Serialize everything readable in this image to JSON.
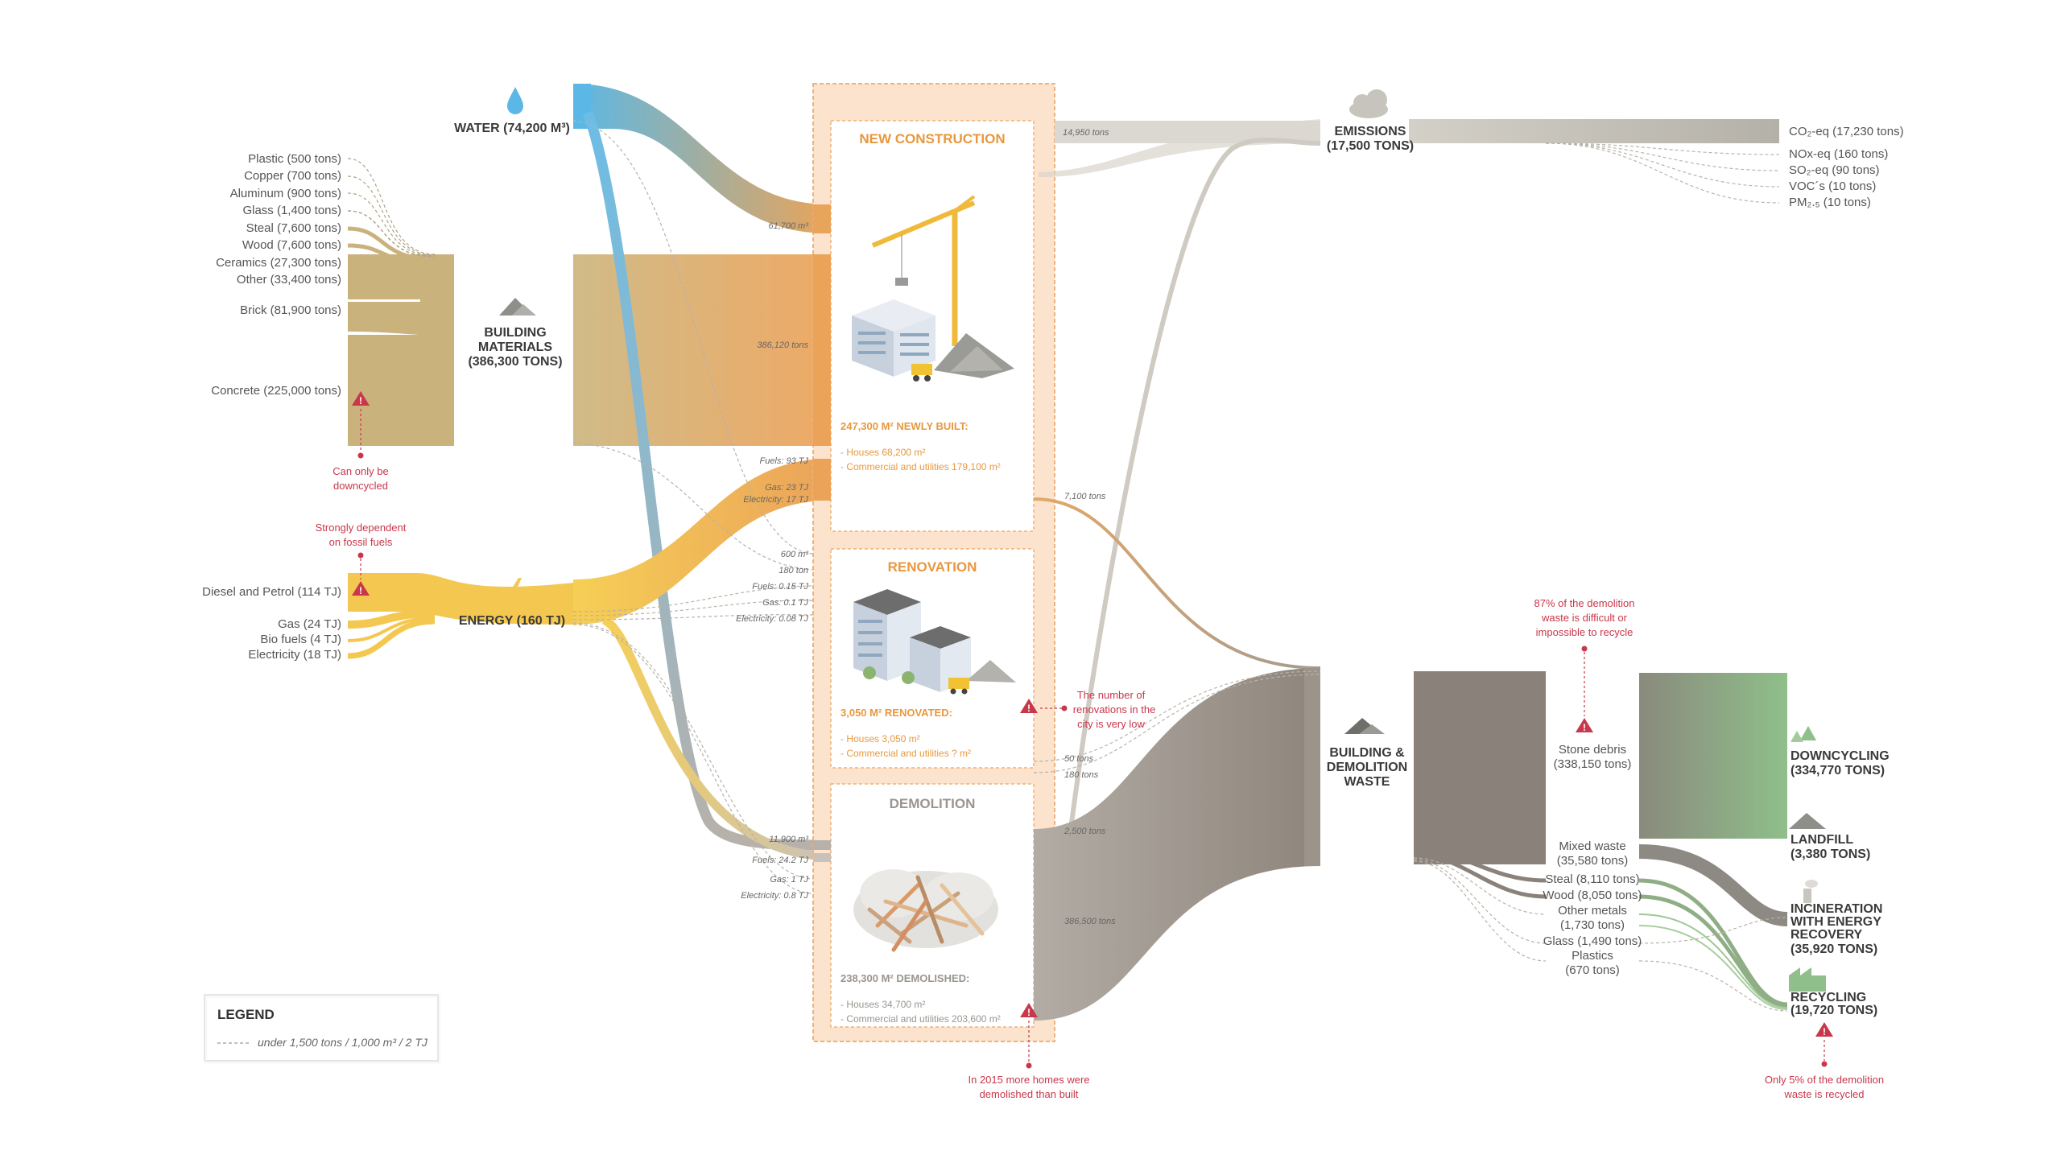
{
  "inputs": {
    "water": {
      "label": "WATER (74,200 M³)"
    },
    "building_materials": {
      "label_line1": "BUILDING",
      "label_line2": "MATERIALS",
      "label_line3": "(386,300 TONS)",
      "items": [
        "Plastic (500 tons)",
        "Copper (700 tons)",
        "Aluminum (900 tons)",
        "Glass (1,400 tons)",
        "Steal (7,600 tons)",
        "Wood (7,600 tons)",
        "Ceramics (27,300 tons)",
        "Other (33,400 tons)",
        "Brick (81,900 tons)",
        "Concrete (225,000 tons)"
      ],
      "note_line1": "Can only be",
      "note_line2": "downcycled"
    },
    "energy": {
      "label": "ENERGY (160 TJ)",
      "items": [
        "Diesel and Petrol (114 TJ)",
        "Gas (24 TJ)",
        "Bio fuels (4 TJ)",
        "Electricity (18 TJ)"
      ],
      "note_line1": "Strongly dependent",
      "note_line2": "on fossil fuels"
    }
  },
  "flow_labels": {
    "water_new": "61,700 m³",
    "materials_new": "386,120 tons",
    "fuels_new": "Fuels: 93 TJ",
    "gas_new": "Gas: 23 TJ",
    "elec_new": "Electricity: 17 TJ",
    "water_reno": "600 m³",
    "materials_reno": "180 ton",
    "fuels_reno": "Fuels: 0.15 TJ",
    "gas_reno": "Gas: 0.1 TJ",
    "elec_reno": "Electricity: 0.08 TJ",
    "water_demo": "11,900 m³",
    "fuels_demo": "Fuels: 24.2 TJ",
    "gas_demo": "Gas: 1 TJ",
    "elec_demo": "Electricity: 0.8 TJ",
    "emis_new": "14,950 tons",
    "waste_new": "7,100 tons",
    "waste_reno_a": "50 tons",
    "waste_reno_b": "180 tons",
    "emis_demo": "2,500 tons",
    "waste_demo": "386,500 tons"
  },
  "new_construction": {
    "title": "NEW CONSTRUCTION",
    "built": "247,300 M² NEWLY BUILT:",
    "houses": "- Houses 68,200 m²",
    "commercial": "- Commercial and utilities 179,100 m²"
  },
  "renovation": {
    "title": "RENOVATION",
    "renovated": "3,050 M² RENOVATED:",
    "houses": "- Houses 3,050 m²",
    "commercial": "- Commercial and utilities ? m²",
    "note_line1": "The number of",
    "note_line2": "renovations in the",
    "note_line3": "city is very low"
  },
  "demolition": {
    "title": "DEMOLITION",
    "demolished": "238,300 M² DEMOLISHED:",
    "houses": "- Houses 34,700 m²",
    "commercial": "- Commercial and utilities 203,600 m²",
    "note_line1": "In 2015 more homes were",
    "note_line2": "demolished than built"
  },
  "emissions": {
    "label_line1": "EMISSIONS",
    "label_line2": "(17,500 TONS)",
    "items": [
      "CO₂-eq (17,230 tons)",
      "NOx-eq  (160 tons)",
      "SO₂-eq (90 tons)",
      "VOC´s (10 tons)",
      "PM₂.₅ (10 tons)"
    ]
  },
  "waste": {
    "label_line1": "BUILDING &",
    "label_line2": "DEMOLITION",
    "label_line3": "WASTE",
    "stone_line1": "Stone debris",
    "stone_line2": "(338,150 tons)",
    "items": [
      {
        "l1": "Mixed waste",
        "l2": "(35,580 tons)"
      },
      {
        "l1": "Steal (8,110 tons)",
        "l2": ""
      },
      {
        "l1": "Wood (8,050 tons)",
        "l2": ""
      },
      {
        "l1": "Other metals",
        "l2": "(1,730 tons)"
      },
      {
        "l1": "Glass (1,490 tons)",
        "l2": ""
      },
      {
        "l1": "Plastics",
        "l2": "(670 tons)"
      }
    ],
    "note_line1": "87% of the demolition",
    "note_line2": "waste is difficult or",
    "note_line3": "impossible to recycle"
  },
  "outputs": {
    "downcycling_l1": "DOWNCYCLING",
    "downcycling_l2": "(334,770 TONS)",
    "landfill_l1": "LANDFILL",
    "landfill_l2": "(3,380 TONS)",
    "incineration_l1": "INCINERATION",
    "incineration_l2": "WITH ENERGY",
    "incineration_l3": "RECOVERY",
    "incineration_l4": "(35,920 TONS)",
    "recycling_l1": "RECYCLING",
    "recycling_l2": "(19,720 TONS)",
    "note_line1": "Only 5% of the demolition",
    "note_line2": "waste is recycled"
  },
  "legend": {
    "title": "LEGEND",
    "entry": "under 1,500 tons / 1,000 m³ / 2 TJ"
  },
  "colors": {
    "water": "#5bb8e6",
    "materials": "#c8b37a",
    "energy": "#f5c84e",
    "construction": "#eda25a",
    "construction_bg": "#fbe3cd",
    "waste": "#a19a92",
    "emissions": "#cfcbc3",
    "recycling": "#8fbf8a",
    "alert": "#c8374a"
  }
}
